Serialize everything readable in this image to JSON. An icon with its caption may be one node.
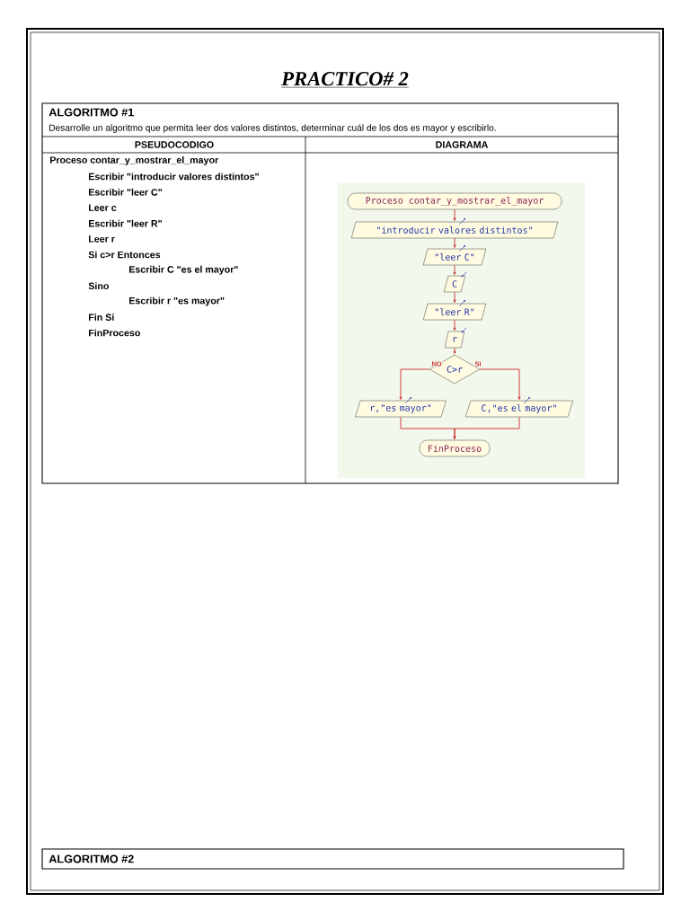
{
  "diagram": {
    "title": "PRACTICO# 2",
    "nodes": [
      {
        "text": [
          "Proceso contar_y_mostrar_el_mayor"
        ]
      },
      {
        "text": [
          "\"introducir valores distintos\""
        ]
      },
      {
        "text": [
          "\"leer C\""
        ]
      },
      {
        "text": [
          "C"
        ]
      },
      {
        "text": [
          "\"leer R\""
        ]
      },
      {
        "text": [
          "r"
        ]
      },
      {
        "text": [
          "C>r"
        ]
      },
      {
        "text": [
          "r,\"es mayor\""
        ]
      },
      {
        "text": [
          "C,\"es el mayor\""
        ]
      },
      {
        "text": [
          "FinProceso"
        ]
      }
    ],
    "edges": [
      {
        "from": 0,
        "to": 1,
        "arrow": "to"
      },
      {
        "from": 1,
        "to": 2,
        "arrow": "to"
      },
      {
        "from": 2,
        "to": 3,
        "arrow": "to"
      },
      {
        "from": 3,
        "to": 4,
        "arrow": "to"
      },
      {
        "from": 4,
        "to": 5,
        "arrow": "to"
      },
      {
        "from": 5,
        "to": 6,
        "arrow": "to"
      },
      {
        "from": 6,
        "to": 7,
        "arrow": "to",
        "label": "NO"
      },
      {
        "from": 6,
        "to": 8,
        "arrow": "to",
        "label": "SI"
      },
      {
        "from": 7,
        "to": 9,
        "arrow": "to"
      },
      {
        "from": 8,
        "to": 9,
        "arrow": "to"
      }
    ],
    "labels": [
      "ALGORITMO #1",
      "Desarrolle un algoritmo que permita leer dos valores distintos, determinar cuál de los dos es mayor y escribirlo.",
      "PSEUDOCODIGO",
      "DIAGRAMA",
      "Proceso contar_y_mostrar_el_mayor",
      "Escribir \"introducir valores distintos\"",
      "Escribir \"leer C\"",
      "Leer c",
      "Escribir \"leer R\"",
      "Leer r",
      "Si c>r Entonces",
      "Escribir C \"es el mayor\"",
      "Sino",
      "Escribir r \"es mayor\"",
      "Fin Si",
      "FinProceso",
      "ALGORITMO #2"
    ]
  }
}
